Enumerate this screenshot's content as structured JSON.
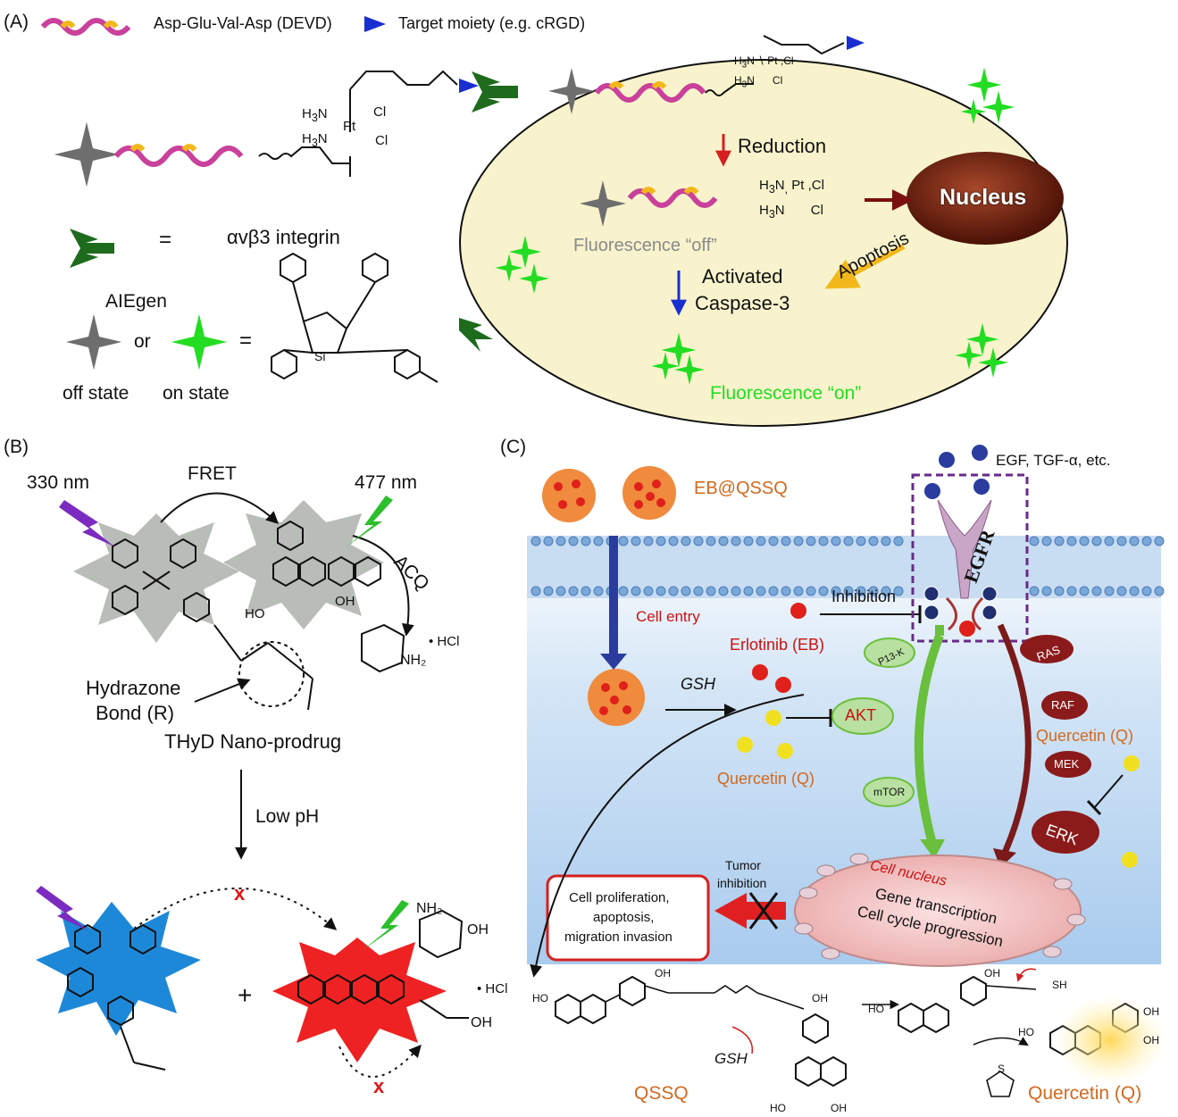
{
  "panel_a": {
    "label": "(A)",
    "legend_devd": "Asp-Glu-Val-Asp (DEVD)",
    "legend_target": "Target moiety (e.g. cRGD)",
    "equals1": "=",
    "integrin": "αvβ3 integrin",
    "aiegen": "AIEgen",
    "or": "or",
    "equals2": "=",
    "off_state": "off state",
    "on_state": "on state",
    "reduction": "Reduction",
    "nucleus": "Nucleus",
    "fluor_off": "Fluorescence “off”",
    "activated": "Activated",
    "caspase": "Caspase-3",
    "apoptosis": "Apoptosis",
    "fluor_on": "Fluorescence “on”",
    "colors": {
      "cell": "#f8f3cc",
      "nucleus": "#6b1d0a",
      "on_star": "#22dd22",
      "off_star": "#6e6e6e",
      "integrin": "#1e6b1e"
    }
  },
  "panel_b": {
    "label": "(B)",
    "nm330": "330 nm",
    "fret": "FRET",
    "nm477": "477 nm",
    "acq": "ACQ",
    "hcl1": "• HCl",
    "hydrazone1": "Hydrazone",
    "hydrazone2": "Bond (R)",
    "prodrug": "THyD Nano-prodrug",
    "low_ph": "Low pH",
    "plus": "+",
    "hcl2": "• HCl",
    "nh2": "NH₂",
    "oh": "OH",
    "ho": "HO",
    "colors": {
      "tpe": "#1e88d8",
      "dox": "#ee2222",
      "bolt_purple": "#7b2bbf",
      "bolt_green": "#2bbf2b"
    }
  },
  "panel_c": {
    "label": "(C)",
    "eb_qssq": "EB@QSSQ",
    "egf": "EGF, TGF-α, etc.",
    "egfr": "EGFR",
    "inhibition": "Inhibition",
    "cell_entry": "Cell entry",
    "erlotinib": "Erlotinib (EB)",
    "gsh": "GSH",
    "akt": "AKT",
    "p13k": "P13-K",
    "mtor": "mTOR",
    "quercetin_left": "Quercetin (Q)",
    "quercetin_right": "Quercetin (Q)",
    "ras": "RAS",
    "raf": "RAF",
    "mek": "MEK",
    "erk": "ERK",
    "tumor1": "Tumor",
    "tumor2": "inhibition",
    "cell_nucleus": "Cell nucleus",
    "gene": "Gene transcription",
    "cycle": "Cell cycle progression",
    "outcome1": "Cell proliferation,",
    "outcome2": "apoptosis,",
    "outcome3": "migration invasion",
    "qssq": "QSSQ",
    "gsh2": "GSH",
    "quercetin_bottom": "Quercetin (Q)",
    "sh": "SH",
    "colors": {
      "orange_text": "#d2691e",
      "red_text": "#cc1111",
      "akt_fill": "#a8d88a",
      "erk_fill": "#8b1a1a",
      "membrane": "#7aa8d8"
    }
  }
}
